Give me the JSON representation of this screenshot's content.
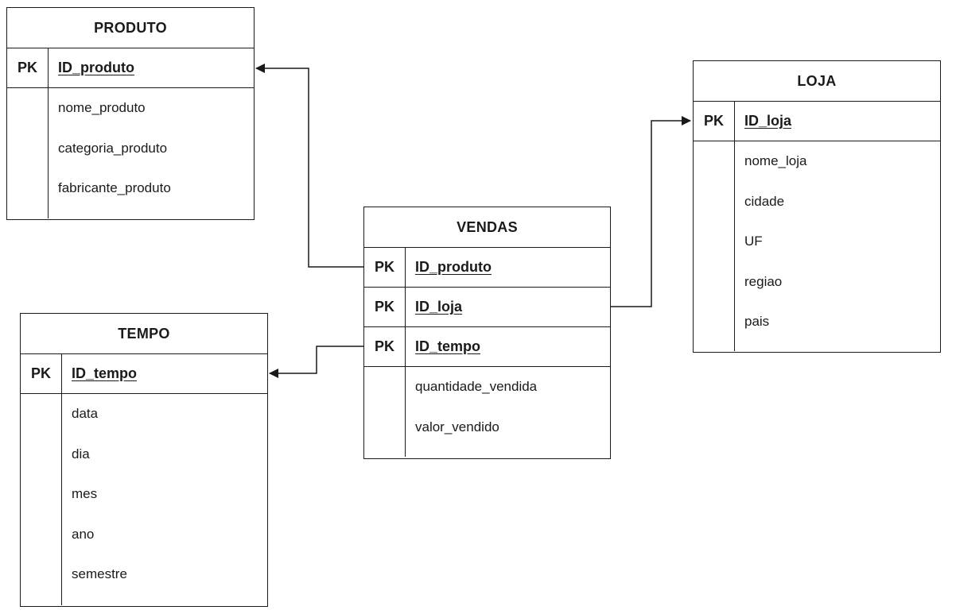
{
  "tables": {
    "produto": {
      "title": "PRODUTO",
      "pk_label": "PK",
      "pk_fields": [
        "ID_produto"
      ],
      "attributes": [
        "nome_produto",
        "categoria_produto",
        "fabricante_produto"
      ]
    },
    "loja": {
      "title": "LOJA",
      "pk_label": "PK",
      "pk_fields": [
        "ID_loja"
      ],
      "attributes": [
        "nome_loja",
        "cidade",
        "UF",
        "regiao",
        "pais"
      ]
    },
    "vendas": {
      "title": "VENDAS",
      "pk_label": "PK",
      "pk_fields": [
        "ID_produto",
        "ID_loja",
        "ID_tempo"
      ],
      "attributes": [
        "quantidade_vendida",
        "valor_vendido"
      ]
    },
    "tempo": {
      "title": "TEMPO",
      "pk_label": "PK",
      "pk_fields": [
        "ID_tempo"
      ],
      "attributes": [
        "data",
        "dia",
        "mes",
        "ano",
        "semestre"
      ]
    }
  },
  "relationships": [
    {
      "from": "vendas.ID_produto",
      "to": "produto.ID_produto"
    },
    {
      "from": "vendas.ID_loja",
      "to": "loja.ID_loja"
    },
    {
      "from": "vendas.ID_tempo",
      "to": "tempo.ID_tempo"
    }
  ]
}
